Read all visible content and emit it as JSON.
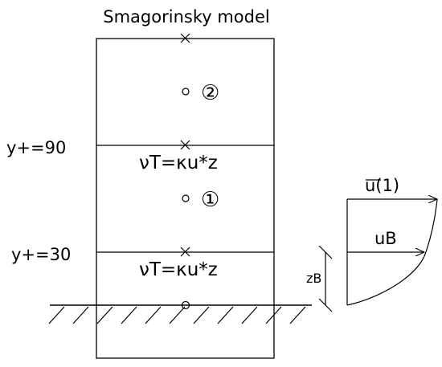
{
  "title": "Smagorinsky model",
  "levels": {
    "upper": {
      "label": "y+=90",
      "equation": "νT=κu*z"
    },
    "lower": {
      "label": "y+=30",
      "equation": "νT=κu*z"
    }
  },
  "cells": {
    "upper_marker": "②",
    "lower_marker": "①"
  },
  "profile": {
    "mean_velocity_label": "u(1)",
    "bottom_velocity_label": "uB"
  },
  "distance_label": "zB"
}
